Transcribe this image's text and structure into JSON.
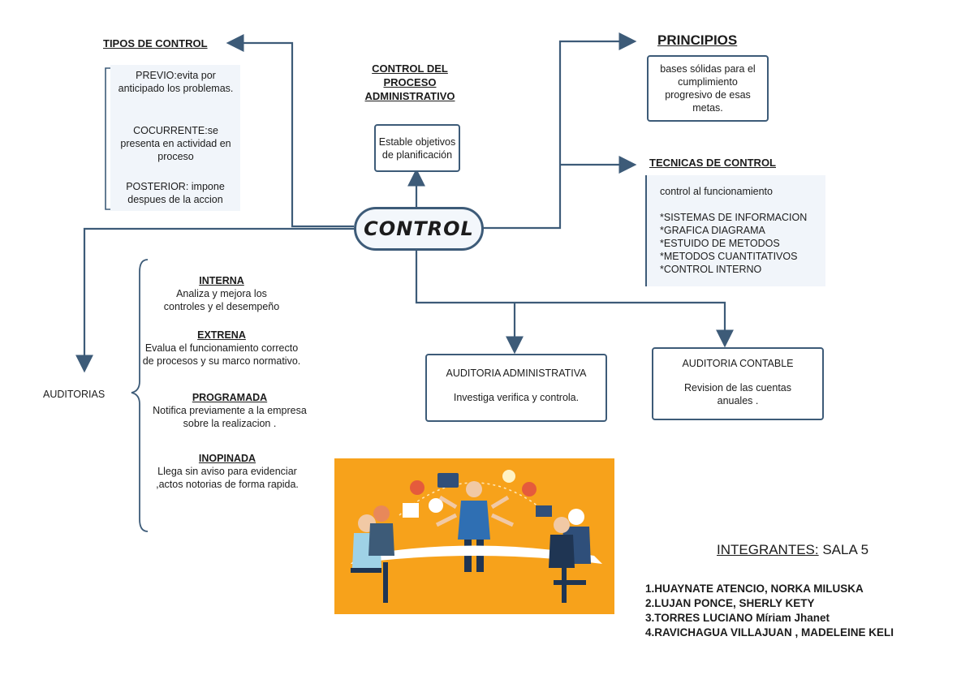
{
  "center": {
    "label": "CONTROL"
  },
  "process": {
    "title": "CONTROL DEL PROCESO ADMINISTRATIVO",
    "box": "Estable objetivos de planificación"
  },
  "tipos": {
    "title": "TIPOS DE CONTROL",
    "items": [
      "PREVIO:evita por anticipado los problemas.",
      "COCURRENTE:se presenta en actividad en proceso",
      "POSTERIOR: impone despues de la accion"
    ]
  },
  "principios": {
    "title": "PRINCIPIOS",
    "text": "bases sólidas para el cumplimiento progresivo de esas metas."
  },
  "tecnicas": {
    "title": "TECNICAS DE CONTROL",
    "intro": "control al funcionamiento",
    "items": [
      "*SISTEMAS DE INFORMACION",
      "*GRAFICA DIAGRAMA",
      "*ESTUIDO DE METODOS",
      "*METODOS CUANTITATIVOS",
      "*CONTROL INTERNO"
    ]
  },
  "auditorias": {
    "label": "AUDITORIAS",
    "types": [
      {
        "name": "INTERNA",
        "desc": "Analiza y mejora los controles y el desempeño"
      },
      {
        "name": "EXTRENA",
        "desc": "Evalua el funcionamiento correcto de procesos y su marco normativo."
      },
      {
        "name": "PROGRAMADA",
        "desc": "Notifica previamente a la empresa sobre la realizacion ."
      },
      {
        "name": "INOPINADA",
        "desc": "Llega sin aviso para evidenciar ,actos notorias de forma rapida."
      }
    ]
  },
  "aud_admin": {
    "title": "AUDITORIA ADMINISTRATIVA",
    "text": "Investiga verifica y controla."
  },
  "aud_contable": {
    "title": "AUDITORIA CONTABLE",
    "text": "Revision de las cuentas anuales ."
  },
  "integrantes": {
    "title": "INTEGRANTES:",
    "group": " SALA 5",
    "members": [
      "1.HUAYNATE ATENCIO, NORKA MILUSKA",
      "2.LUJAN PONCE, SHERLY KETY",
      "3.TORRES LUCIANO Míriam Jhanet",
      "4.RAVICHAGUA VILLAJUAN , MADELEINE KELI"
    ]
  },
  "colors": {
    "line": "#3d5b78",
    "illustration_bg": "#f7a21b",
    "pale_box": "#f1f5fa"
  }
}
